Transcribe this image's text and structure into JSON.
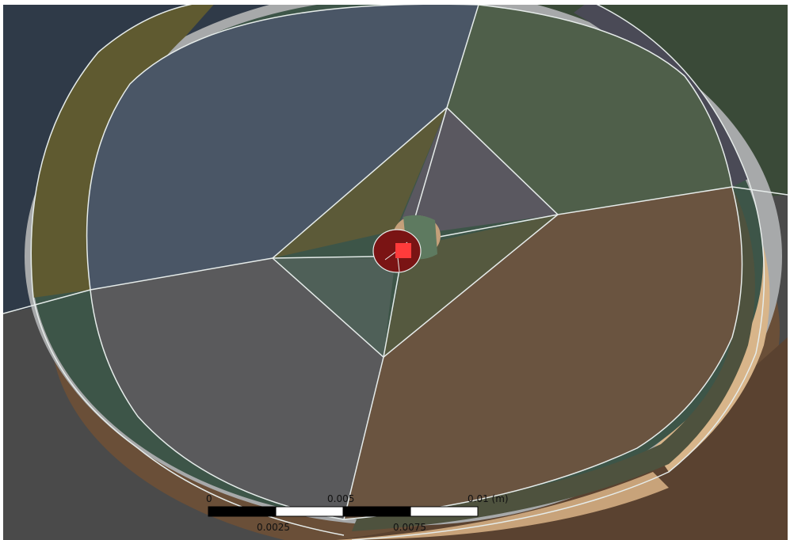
{
  "viewport": {
    "name": "3D graphics viewport",
    "selected_face_color": "#ff3b3b"
  },
  "scale_bar": {
    "top_labels": [
      "0",
      "0.005",
      "0.01 (m)"
    ],
    "bottom_labels": [
      "0.0025",
      "0.0075"
    ],
    "bar_dark": "#000000",
    "bar_light": "#ffffff"
  },
  "colors": {
    "background_upper_left": "#2f3a48",
    "background_upper_right": "#3a4a38",
    "background_lower": "#4a4a4a",
    "face_blue": "#4a5666",
    "face_green": "#4f5f4a",
    "face_brown": "#6a5440",
    "face_gray": "#5a5a5c",
    "face_center_dark": "#5a5860",
    "face_olive": "#5c5a38",
    "face_teal": "#4f6058",
    "ring_yellow": "#5f5a30",
    "ring_teal": "#3d5548",
    "edge_light": "#e6ecea",
    "rim_gray": "#a7a9aa",
    "rim_tan": "#d8b58a",
    "hub_red": "#7a1414"
  }
}
